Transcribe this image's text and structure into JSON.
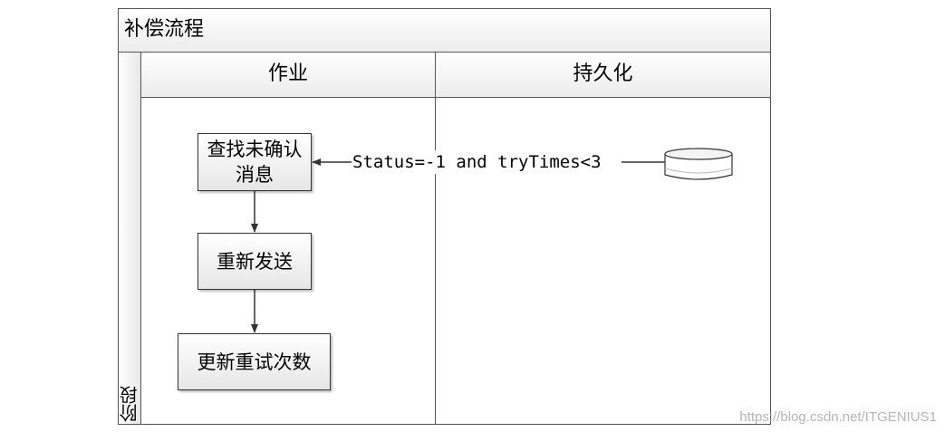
{
  "pool": {
    "title": "补偿流程",
    "phase_label": "阶段"
  },
  "lanes": [
    {
      "label": "作业"
    },
    {
      "label": "持久化"
    }
  ],
  "nodes": {
    "find_unconfirmed": "查找未确认消息",
    "resend": "重新发送",
    "update_retry": "更新重试次数"
  },
  "edges": {
    "condition_label": "Status=-1 and tryTimes<3"
  },
  "watermark": "https://blog.csdn.net/ITGENIUS1",
  "colors": {
    "border": "#555555",
    "header_gradient_end": "#ececec",
    "box_gradient_end": "#e6e6e6",
    "watermark": "#b5b5b5"
  },
  "icons": {
    "datastore": "database-cylinder-icon",
    "arrow": "arrowhead-icon"
  }
}
